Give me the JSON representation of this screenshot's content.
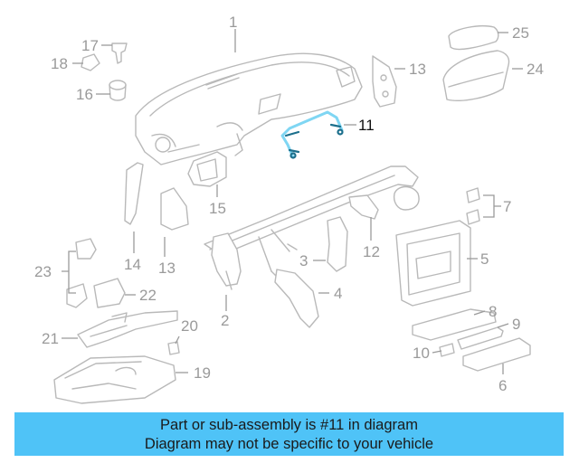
{
  "diagram": {
    "highlighted_part": "11",
    "callouts": [
      "1",
      "2",
      "3",
      "4",
      "5",
      "6",
      "7",
      "8",
      "9",
      "10",
      "11",
      "12",
      "13",
      "13",
      "14",
      "15",
      "16",
      "17",
      "18",
      "19",
      "20",
      "21",
      "22",
      "23",
      "24",
      "25"
    ]
  },
  "banner": {
    "line1": "Part or sub-assembly is #11 in diagram",
    "line2": "Diagram may not be specific to your vehicle",
    "color": "#4fc3f7"
  }
}
